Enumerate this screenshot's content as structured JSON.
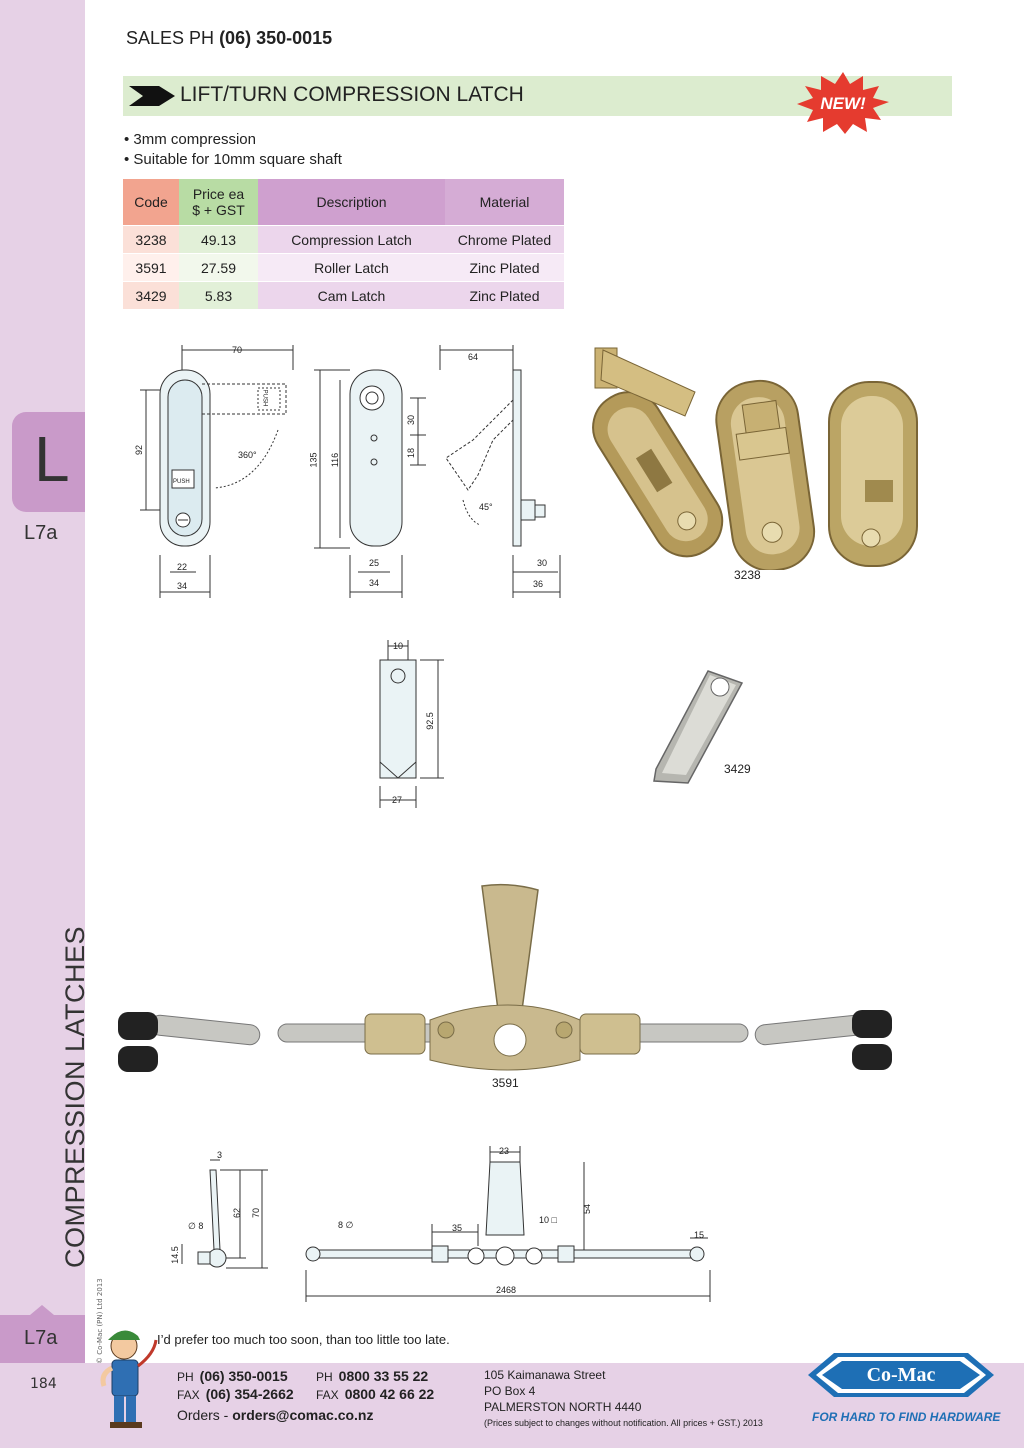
{
  "header": {
    "sales_prefix": "SALES  PH",
    "sales_phone": "(06) 350-0015"
  },
  "title_bar": {
    "title": "LIFT/TURN COMPRESSION LATCH",
    "badge": "NEW!"
  },
  "bullets": [
    "3mm compression",
    "Suitable for 10mm square shaft"
  ],
  "table": {
    "headers": {
      "code": "Code",
      "price_line1": "Price ea",
      "price_line2": "$ + GST",
      "description": "Description",
      "material": "Material"
    },
    "rows": [
      {
        "code": "3238",
        "price": "49.13",
        "description": "Compression Latch",
        "material": "Chrome Plated"
      },
      {
        "code": "3591",
        "price": "27.59",
        "description": "Roller Latch",
        "material": "Zinc Plated"
      },
      {
        "code": "3429",
        "price": "5.83",
        "description": "Cam Latch",
        "material": "Zinc Plated"
      }
    ]
  },
  "drawing_labels": {
    "d70": "70",
    "d92": "92",
    "d360": "360°",
    "push1": "PUSH",
    "push2": "PUSH",
    "d22": "22",
    "d34a": "34",
    "d135": "135",
    "d116": "116",
    "d30a": "30",
    "d18": "18",
    "d25": "25",
    "d34b": "34",
    "d64": "64",
    "d45": "45°",
    "d30b": "30",
    "d36": "36",
    "cam_10": "10",
    "cam_925": "92.5",
    "cam_27": "27",
    "rl_3": "3",
    "rl_62": "62",
    "rl_70": "70",
    "rl_d8": "∅ 8",
    "rl_145": "14.5",
    "rl_23": "23",
    "rl_54": "54",
    "rl_8d": "8 ∅",
    "rl_35": "35",
    "rl_10sq": "10 □",
    "rl_15": "15",
    "rl_2468": "2468"
  },
  "photo_labels": {
    "p3238": "3238",
    "p3429": "3429",
    "p3591": "3591"
  },
  "sidebar": {
    "tab_letter": "L",
    "code_top": "L7a",
    "section_title": "COMPRESSION LATCHES",
    "copyright": "© Co-Mac (PN) Ltd 2013",
    "code_bottom": "L7a",
    "page_number": "184"
  },
  "footer": {
    "quote": "I’d prefer too much too soon, than too little too late.",
    "ph_label": "PH",
    "ph": "(06) 350-0015",
    "fax_label": "FAX",
    "fax": "(06) 354-2662",
    "ph2_label": "PH",
    "ph2": "0800 33 55 22",
    "fax2_label": "FAX",
    "fax2": "0800 42 66 22",
    "orders_label": "Orders -",
    "orders_email": "orders@comac.co.nz",
    "address_1": "105 Kaimanawa Street",
    "address_2": "PO Box 4",
    "address_3": "PALMERSTON NORTH 4440",
    "note": "(Prices subject to changes without notification.  All prices + GST.)  2013",
    "logo_text": "Co-Mac",
    "tagline": "FOR HARD TO FIND HARDWARE"
  },
  "colors": {
    "sidebar": "#e6d1e6",
    "tab": "#c99ac9",
    "title_bar": "#dceccf",
    "badge": "#e53b2f",
    "code_header": "#f2a48f",
    "price_header": "#b8dca4",
    "desc_header": "#cfa0cf",
    "logo_blue": "#1e6fb5"
  }
}
